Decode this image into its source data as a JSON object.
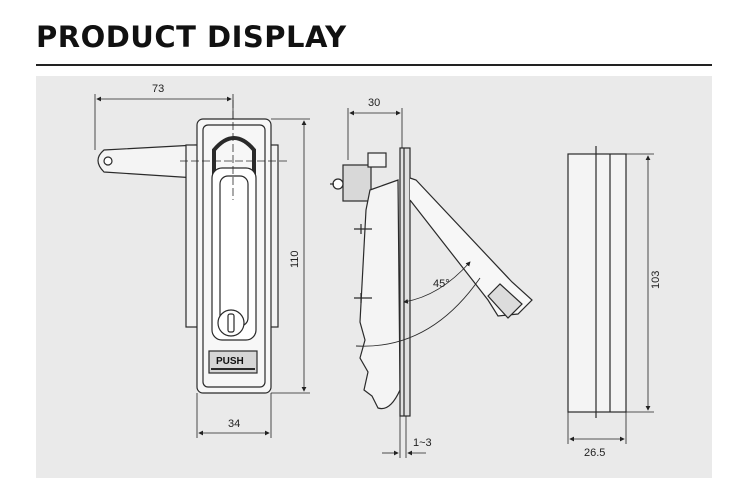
{
  "header": {
    "title": "PRODUCT DISPLAY"
  },
  "diagram": {
    "dimensions": {
      "front_width_handle": "73",
      "front_height": "110",
      "front_body_width": "34",
      "side_depth": "30",
      "side_angle": "45°",
      "side_panel_thickness": "1~3",
      "back_height": "103",
      "back_depth": "26.5"
    },
    "push_label": "PUSH"
  },
  "colors": {
    "panel_bg": "#eaeaea",
    "line": "#2a2a2a",
    "part_fill": "#f4f4f4",
    "dark_fill": "#bfbfbf"
  }
}
